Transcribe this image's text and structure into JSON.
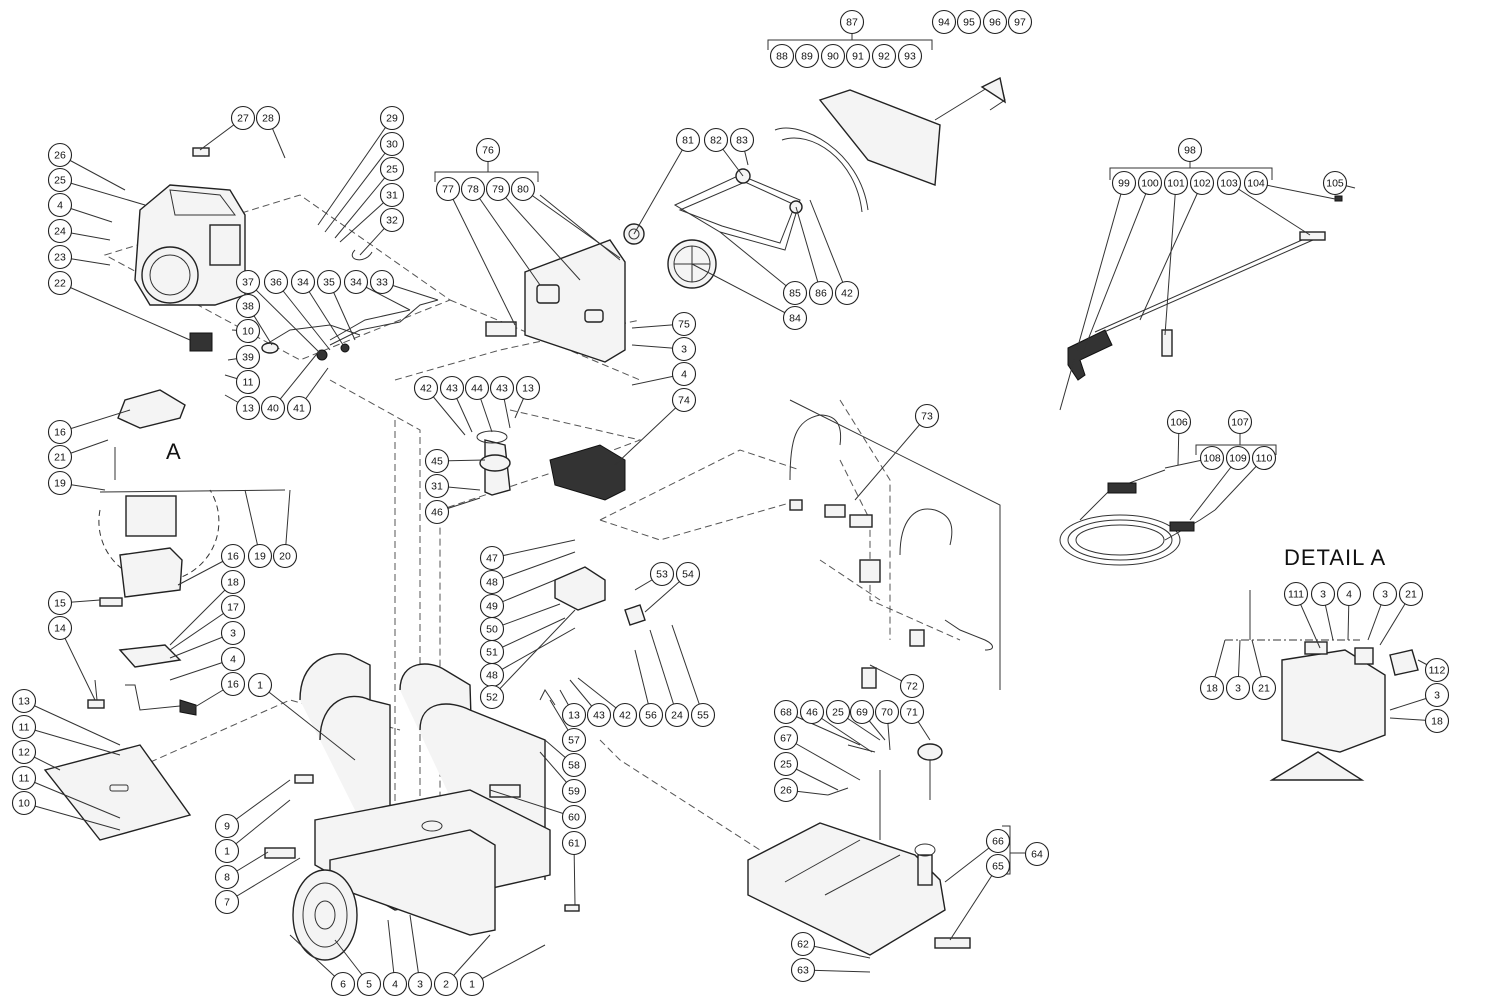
{
  "detail_title": "DETAIL A",
  "detail_marker": "A",
  "callouts": [
    {
      "id": "c-87",
      "label": "87"
    },
    {
      "id": "c-94",
      "label": "94"
    },
    {
      "id": "c-95",
      "label": "95"
    },
    {
      "id": "c-96",
      "label": "96"
    },
    {
      "id": "c-97",
      "label": "97"
    },
    {
      "id": "c-88",
      "label": "88"
    },
    {
      "id": "c-89",
      "label": "89"
    },
    {
      "id": "c-90",
      "label": "90"
    },
    {
      "id": "c-91",
      "label": "91"
    },
    {
      "id": "c-92",
      "label": "92"
    },
    {
      "id": "c-93",
      "label": "93"
    },
    {
      "id": "c-27",
      "label": "27"
    },
    {
      "id": "c-28",
      "label": "28"
    },
    {
      "id": "c-29",
      "label": "29"
    },
    {
      "id": "c-30",
      "label": "30"
    },
    {
      "id": "c-25a",
      "label": "25"
    },
    {
      "id": "c-31a",
      "label": "31"
    },
    {
      "id": "c-32",
      "label": "32"
    },
    {
      "id": "c-26a",
      "label": "26"
    },
    {
      "id": "c-25b",
      "label": "25"
    },
    {
      "id": "c-4a",
      "label": "4"
    },
    {
      "id": "c-24a",
      "label": "24"
    },
    {
      "id": "c-23",
      "label": "23"
    },
    {
      "id": "c-22",
      "label": "22"
    },
    {
      "id": "c-76",
      "label": "76"
    },
    {
      "id": "c-77",
      "label": "77"
    },
    {
      "id": "c-78",
      "label": "78"
    },
    {
      "id": "c-79",
      "label": "79"
    },
    {
      "id": "c-80",
      "label": "80"
    },
    {
      "id": "c-81",
      "label": "81"
    },
    {
      "id": "c-82",
      "label": "82"
    },
    {
      "id": "c-83",
      "label": "83"
    },
    {
      "id": "c-85",
      "label": "85"
    },
    {
      "id": "c-86",
      "label": "86"
    },
    {
      "id": "c-42a",
      "label": "42"
    },
    {
      "id": "c-84",
      "label": "84"
    },
    {
      "id": "c-98",
      "label": "98"
    },
    {
      "id": "c-99",
      "label": "99"
    },
    {
      "id": "c-100",
      "label": "100"
    },
    {
      "id": "c-101",
      "label": "101"
    },
    {
      "id": "c-102",
      "label": "102"
    },
    {
      "id": "c-103",
      "label": "103"
    },
    {
      "id": "c-104",
      "label": "104"
    },
    {
      "id": "c-105",
      "label": "105"
    },
    {
      "id": "c-37",
      "label": "37"
    },
    {
      "id": "c-36",
      "label": "36"
    },
    {
      "id": "c-34a",
      "label": "34"
    },
    {
      "id": "c-35",
      "label": "35"
    },
    {
      "id": "c-34b",
      "label": "34"
    },
    {
      "id": "c-33",
      "label": "33"
    },
    {
      "id": "c-38",
      "label": "38"
    },
    {
      "id": "c-10a",
      "label": "10"
    },
    {
      "id": "c-39",
      "label": "39"
    },
    {
      "id": "c-11a",
      "label": "11"
    },
    {
      "id": "c-13a",
      "label": "13"
    },
    {
      "id": "c-40",
      "label": "40"
    },
    {
      "id": "c-41",
      "label": "41"
    },
    {
      "id": "c-75",
      "label": "75"
    },
    {
      "id": "c-3a",
      "label": "3"
    },
    {
      "id": "c-4b",
      "label": "4"
    },
    {
      "id": "c-74",
      "label": "74"
    },
    {
      "id": "c-42b",
      "label": "42"
    },
    {
      "id": "c-43a",
      "label": "43"
    },
    {
      "id": "c-44",
      "label": "44"
    },
    {
      "id": "c-43b",
      "label": "43"
    },
    {
      "id": "c-13b",
      "label": "13"
    },
    {
      "id": "c-45",
      "label": "45"
    },
    {
      "id": "c-31b",
      "label": "31"
    },
    {
      "id": "c-46a",
      "label": "46"
    },
    {
      "id": "c-73",
      "label": "73"
    },
    {
      "id": "c-106",
      "label": "106"
    },
    {
      "id": "c-107",
      "label": "107"
    },
    {
      "id": "c-108",
      "label": "108"
    },
    {
      "id": "c-109",
      "label": "109"
    },
    {
      "id": "c-110",
      "label": "110"
    },
    {
      "id": "c-16a",
      "label": "16"
    },
    {
      "id": "c-21a",
      "label": "21"
    },
    {
      "id": "c-19a",
      "label": "19"
    },
    {
      "id": "c-19b",
      "label": "19"
    },
    {
      "id": "c-20",
      "label": "20"
    },
    {
      "id": "c-16b",
      "label": "16"
    },
    {
      "id": "c-15",
      "label": "15"
    },
    {
      "id": "c-18a",
      "label": "18"
    },
    {
      "id": "c-17",
      "label": "17"
    },
    {
      "id": "c-3b",
      "label": "3"
    },
    {
      "id": "c-4c",
      "label": "4"
    },
    {
      "id": "c-16c",
      "label": "16"
    },
    {
      "id": "c-14",
      "label": "14"
    },
    {
      "id": "c-47",
      "label": "47"
    },
    {
      "id": "c-48a",
      "label": "48"
    },
    {
      "id": "c-49",
      "label": "49"
    },
    {
      "id": "c-50",
      "label": "50"
    },
    {
      "id": "c-51",
      "label": "51"
    },
    {
      "id": "c-48b",
      "label": "48"
    },
    {
      "id": "c-52",
      "label": "52"
    },
    {
      "id": "c-53",
      "label": "53"
    },
    {
      "id": "c-54",
      "label": "54"
    },
    {
      "id": "c-111",
      "label": "111"
    },
    {
      "id": "c-3c",
      "label": "3"
    },
    {
      "id": "c-4d",
      "label": "4"
    },
    {
      "id": "c-3d",
      "label": "3"
    },
    {
      "id": "c-21b",
      "label": "21"
    },
    {
      "id": "c-112",
      "label": "112"
    },
    {
      "id": "c-18b",
      "label": "18"
    },
    {
      "id": "c-3e",
      "label": "3"
    },
    {
      "id": "c-21c",
      "label": "21"
    },
    {
      "id": "c-3f",
      "label": "3"
    },
    {
      "id": "c-18c",
      "label": "18"
    },
    {
      "id": "c-1a",
      "label": "1"
    },
    {
      "id": "c-13c",
      "label": "13"
    },
    {
      "id": "c-43c",
      "label": "43"
    },
    {
      "id": "c-42c",
      "label": "42"
    },
    {
      "id": "c-56",
      "label": "56"
    },
    {
      "id": "c-24b",
      "label": "24"
    },
    {
      "id": "c-55",
      "label": "55"
    },
    {
      "id": "c-57",
      "label": "57"
    },
    {
      "id": "c-58",
      "label": "58"
    },
    {
      "id": "c-59",
      "label": "59"
    },
    {
      "id": "c-60",
      "label": "60"
    },
    {
      "id": "c-61",
      "label": "61"
    },
    {
      "id": "c-72",
      "label": "72"
    },
    {
      "id": "c-68",
      "label": "68"
    },
    {
      "id": "c-46b",
      "label": "46"
    },
    {
      "id": "c-25c",
      "label": "25"
    },
    {
      "id": "c-69",
      "label": "69"
    },
    {
      "id": "c-70",
      "label": "70"
    },
    {
      "id": "c-71",
      "label": "71"
    },
    {
      "id": "c-67",
      "label": "67"
    },
    {
      "id": "c-25d",
      "label": "25"
    },
    {
      "id": "c-26b",
      "label": "26"
    },
    {
      "id": "c-13d",
      "label": "13"
    },
    {
      "id": "c-11b",
      "label": "11"
    },
    {
      "id": "c-12",
      "label": "12"
    },
    {
      "id": "c-11c",
      "label": "11"
    },
    {
      "id": "c-10b",
      "label": "10"
    },
    {
      "id": "c-9",
      "label": "9"
    },
    {
      "id": "c-1b",
      "label": "1"
    },
    {
      "id": "c-8",
      "label": "8"
    },
    {
      "id": "c-7",
      "label": "7"
    },
    {
      "id": "c-66",
      "label": "66"
    },
    {
      "id": "c-65",
      "label": "65"
    },
    {
      "id": "c-64",
      "label": "64"
    },
    {
      "id": "c-62",
      "label": "62"
    },
    {
      "id": "c-63",
      "label": "63"
    },
    {
      "id": "c-6",
      "label": "6"
    },
    {
      "id": "c-5",
      "label": "5"
    },
    {
      "id": "c-4e",
      "label": "4"
    },
    {
      "id": "c-3g",
      "label": "3"
    },
    {
      "id": "c-2",
      "label": "2"
    },
    {
      "id": "c-1c",
      "label": "1"
    }
  ]
}
